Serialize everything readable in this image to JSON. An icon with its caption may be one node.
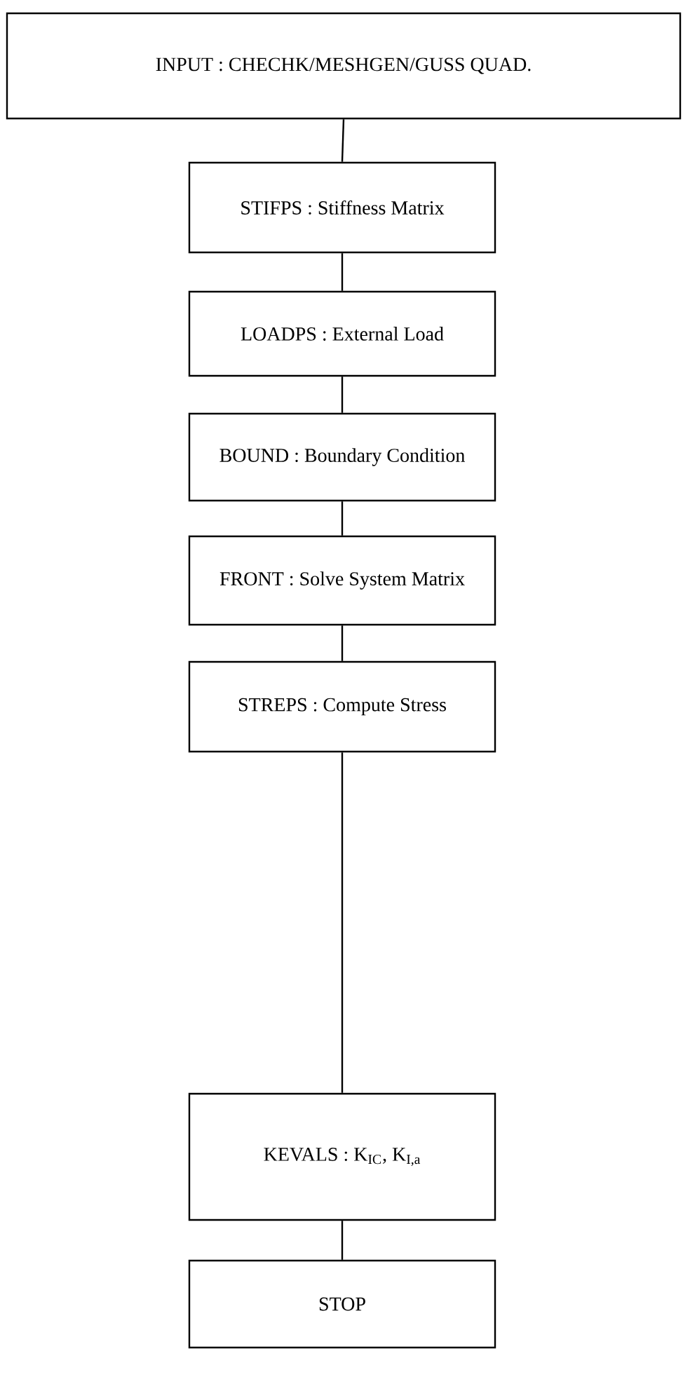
{
  "diagram": {
    "nodes": [
      {
        "text": [
          "INPUT : CHECHK/MESHGEN/GUSS QUAD."
        ]
      },
      {
        "text": [
          "STIFPS : Stiffness Matrix"
        ]
      },
      {
        "text": [
          "LOADPS : External Load"
        ]
      },
      {
        "text": [
          "BOUND : Boundary Condition"
        ]
      },
      {
        "text": [
          "FRONT : Solve System Matrix"
        ]
      },
      {
        "text": [
          "STREPS : Compute Stress"
        ]
      },
      {
        "text": [
          "KEVALS : K$_{IC}$, K$_{I,a}$"
        ]
      },
      {
        "text": [
          "STOP"
        ]
      }
    ],
    "edges": [
      {
        "from": 0,
        "to": 1,
        "arrow": "none"
      },
      {
        "from": 1,
        "to": 2,
        "arrow": "none"
      },
      {
        "from": 2,
        "to": 3,
        "arrow": "none"
      },
      {
        "from": 3,
        "to": 4,
        "arrow": "none"
      },
      {
        "from": 4,
        "to": 5,
        "arrow": "none"
      },
      {
        "from": 5,
        "to": 6,
        "arrow": "none"
      },
      {
        "from": 6,
        "to": 7,
        "arrow": "none"
      }
    ]
  }
}
